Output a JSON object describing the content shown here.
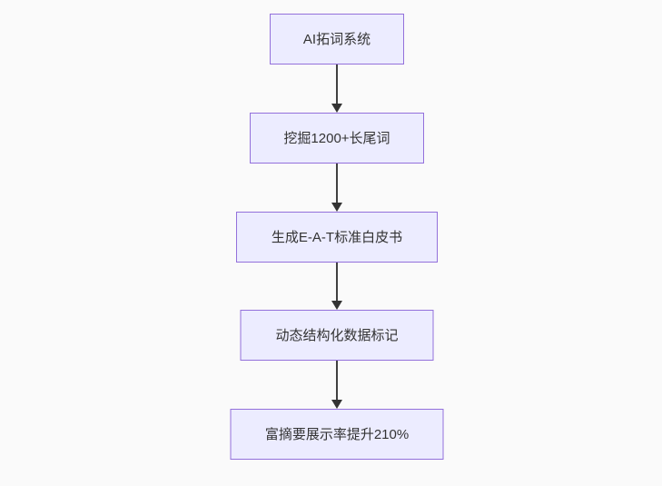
{
  "diagram": {
    "type": "flowchart",
    "direction": "top-down",
    "nodes": [
      {
        "id": "step-1",
        "label": "AI拓词系统"
      },
      {
        "id": "step-2",
        "label": "挖掘1200+长尾词"
      },
      {
        "id": "step-3",
        "label": "生成E-A-T标准白皮书"
      },
      {
        "id": "step-4",
        "label": "动态结构化数据标记"
      },
      {
        "id": "step-5",
        "label": "富摘要展示率提升210%"
      }
    ],
    "edges": [
      {
        "from": "step-1",
        "to": "step-2"
      },
      {
        "from": "step-2",
        "to": "step-3"
      },
      {
        "from": "step-3",
        "to": "step-4"
      },
      {
        "from": "step-4",
        "to": "step-5"
      }
    ],
    "colors": {
      "background": "#fafafa",
      "node_fill": "#ececff",
      "node_border": "#9370db",
      "node_text": "#333333",
      "arrow": "#404040"
    }
  }
}
